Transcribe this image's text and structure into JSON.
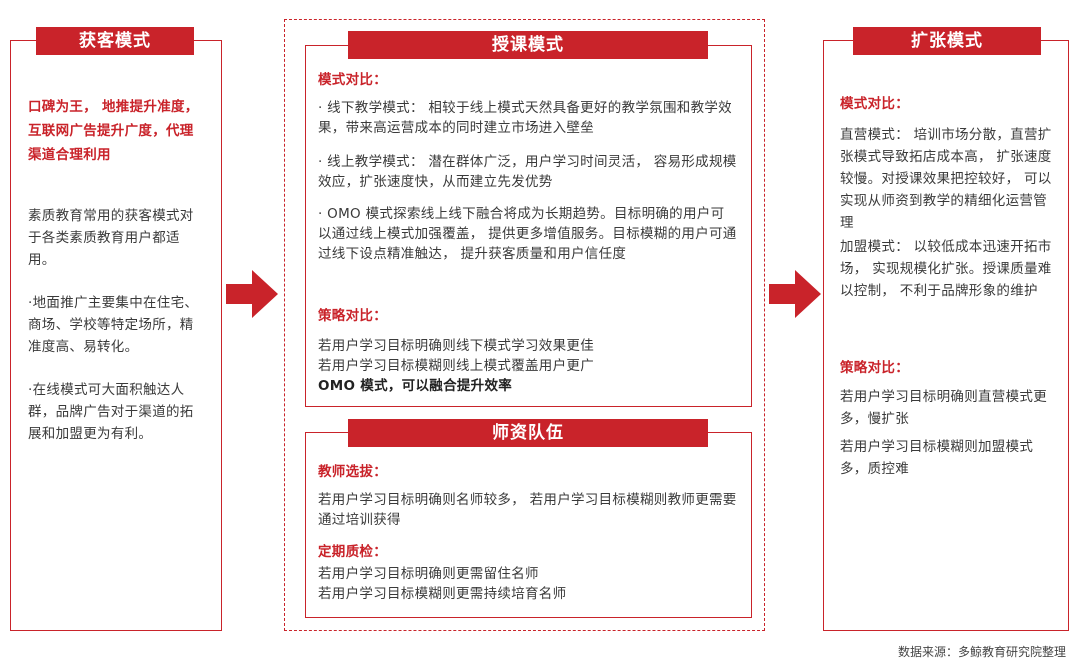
{
  "left": {
    "title": "获客模式",
    "highlight": "口碑为王， 地推提升准度， 互联网广告提升广度，代理渠道合理利用",
    "paragraphs": [
      "素质教育常用的获客模式对于各类素质教育用户都适用。",
      "·地面推广主要集中在住宅、商场、学校等特定场所，精准度高、易转化。",
      "·在线模式可大面积触达人群，品牌广告对于渠道的拓展和加盟更为有利。"
    ]
  },
  "middle_top": {
    "title": "授课模式",
    "section1_head": "模式对比：",
    "section1_items": [
      "· 线下教学模式： 相较于线上模式天然具备更好的教学氛围和教学效果，带来高运营成本的同时建立市场进入壁垒",
      "· 线上教学模式： 潜在群体广泛，用户学习时间灵活， 容易形成规模效应，扩张速度快，从而建立先发优势",
      "· OMO 模式探索线上线下融合将成为长期趋势。目标明确的用户可以通过线上模式加强覆盖， 提供更多增值服务。目标模糊的用户可通过线下设点精准触达， 提升获客质量和用户信任度"
    ],
    "section2_head": "策略对比：",
    "section2_lines": [
      "若用户学习目标明确则线下模式学习效果更佳",
      "若用户学习目标模糊则线上模式覆盖用户更广"
    ],
    "section2_bold": "OMO 模式，可以融合提升效率"
  },
  "middle_bottom": {
    "title": "师资队伍",
    "section1_head": "教师选拔：",
    "section1_text": "若用户学习目标明确则名师较多， 若用户学习目标模糊则教师更需要通过培训获得",
    "section2_head": "定期质检：",
    "section2_lines": [
      "若用户学习目标明确则更需留住名师",
      "若用户学习目标模糊则更需持续培育名师"
    ]
  },
  "right": {
    "title": "扩张模式",
    "section1_head": "模式对比：",
    "section1_items": [
      "直营模式： 培训市场分散，直营扩张模式导致拓店成本高， 扩张速度较慢。对授课效果把控较好， 可以实现从师资到教学的精细化运营管理",
      "加盟模式： 以较低成本迅速开拓市场， 实现规模化扩张。授课质量难以控制， 不利于品牌形象的维护"
    ],
    "section2_head": "策略对比：",
    "section2_items": [
      "若用户学习目标明确则直营模式更多，慢扩张",
      "若用户学习目标模糊则加盟模式多，质控难"
    ]
  },
  "source": "数据来源：多鲸教育研究院整理",
  "colors": {
    "accent": "#c9232a"
  }
}
